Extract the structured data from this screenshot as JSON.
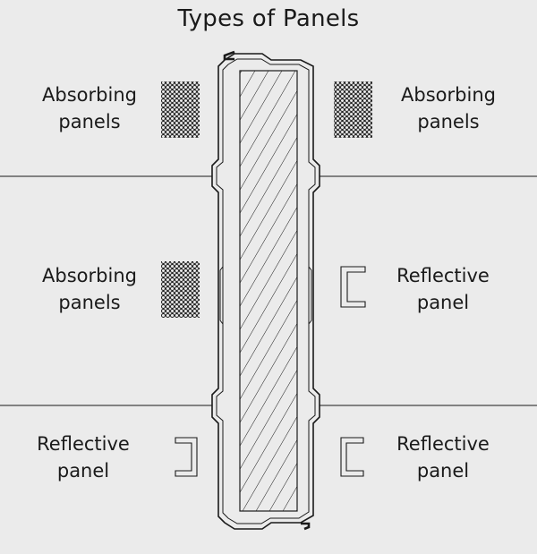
{
  "title": "Types of Panels",
  "zones": {
    "top": {
      "left_label": "Absorbing\npanels",
      "right_label": "Absorbing\npanels"
    },
    "middle": {
      "left_label": "Absorbing\npanels",
      "right_label": "Reflective\npanel"
    },
    "bottom": {
      "left_label": "Reflective\npanel",
      "right_label": "Reflective\npanel"
    }
  },
  "colors": {
    "background": "#ebebeb",
    "line": "#1a1a1a"
  }
}
